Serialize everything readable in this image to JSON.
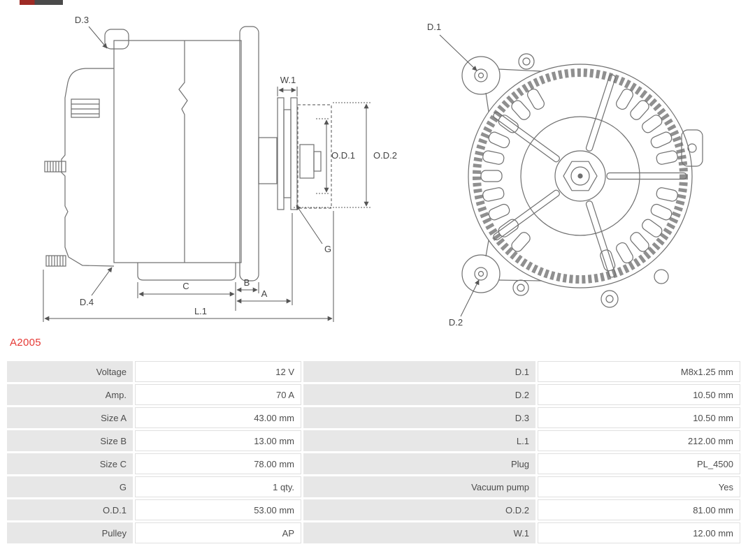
{
  "part_number": "A2005",
  "colors": {
    "part_number_red": "#e53935",
    "table_label_bg": "#e7e7e7",
    "table_border": "#e0e0e0",
    "drawing_stroke": "#6f6f6f"
  },
  "diagram": {
    "side": {
      "d3": "D.3",
      "d4": "D.4",
      "w1": "W.1",
      "od1": "O.D.1",
      "od2": "O.D.2",
      "g": "G",
      "c": "C",
      "b": "B",
      "a": "A",
      "l1": "L.1"
    },
    "rear": {
      "d1": "D.1",
      "d2": "D.2"
    }
  },
  "spec_table": {
    "rows": [
      {
        "label_left": "Voltage",
        "value_left": "12 V",
        "label_right": "D.1",
        "value_right": "M8x1.25 mm"
      },
      {
        "label_left": "Amp.",
        "value_left": "70 A",
        "label_right": "D.2",
        "value_right": "10.50 mm"
      },
      {
        "label_left": "Size A",
        "value_left": "43.00 mm",
        "label_right": "D.3",
        "value_right": "10.50 mm"
      },
      {
        "label_left": "Size B",
        "value_left": "13.00 mm",
        "label_right": "L.1",
        "value_right": "212.00 mm"
      },
      {
        "label_left": "Size C",
        "value_left": "78.00 mm",
        "label_right": "Plug",
        "value_right": "PL_4500"
      },
      {
        "label_left": "G",
        "value_left": "1 qty.",
        "label_right": "Vacuum pump",
        "value_right": "Yes"
      },
      {
        "label_left": "O.D.1",
        "value_left": "53.00 mm",
        "label_right": "O.D.2",
        "value_right": "81.00 mm"
      },
      {
        "label_left": "Pulley",
        "value_left": "AP",
        "label_right": "W.1",
        "value_right": "12.00 mm"
      }
    ]
  }
}
